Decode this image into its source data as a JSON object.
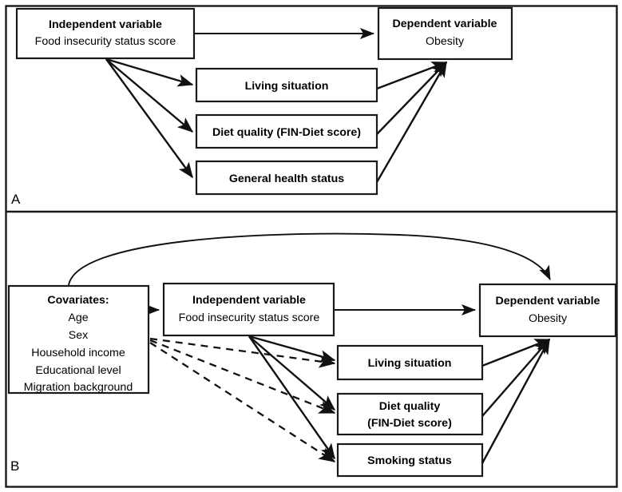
{
  "figure": {
    "panels": [
      {
        "label": "A",
        "nodes": {
          "independent": {
            "title": "Independent variable",
            "subtitle": "Food insecurity status score"
          },
          "dependent": {
            "title": "Dependent variable",
            "subtitle": "Obesity"
          },
          "mediators": [
            {
              "line1": "Living situation",
              "line2": ""
            },
            {
              "line1": "Diet quality (FIN-Diet score)",
              "line2": ""
            },
            {
              "line1": "General health status",
              "line2": ""
            }
          ]
        }
      },
      {
        "label": "B",
        "nodes": {
          "covariates": {
            "title": "Covariates:",
            "items": [
              "Age",
              "Sex",
              "Household income",
              "Educational level",
              "Migration background"
            ]
          },
          "independent": {
            "title": "Independent variable",
            "subtitle": "Food insecurity status score"
          },
          "dependent": {
            "title": "Dependent variable",
            "subtitle": "Obesity"
          },
          "mediators": [
            {
              "line1": "Living situation",
              "line2": ""
            },
            {
              "line1": "Diet quality",
              "line2": "(FIN-Diet score)"
            },
            {
              "line1": "Smoking status",
              "line2": ""
            }
          ]
        }
      }
    ],
    "colors": {
      "stroke": "#1a1a1a",
      "fill": "#ffffff",
      "text": "#000000"
    }
  }
}
